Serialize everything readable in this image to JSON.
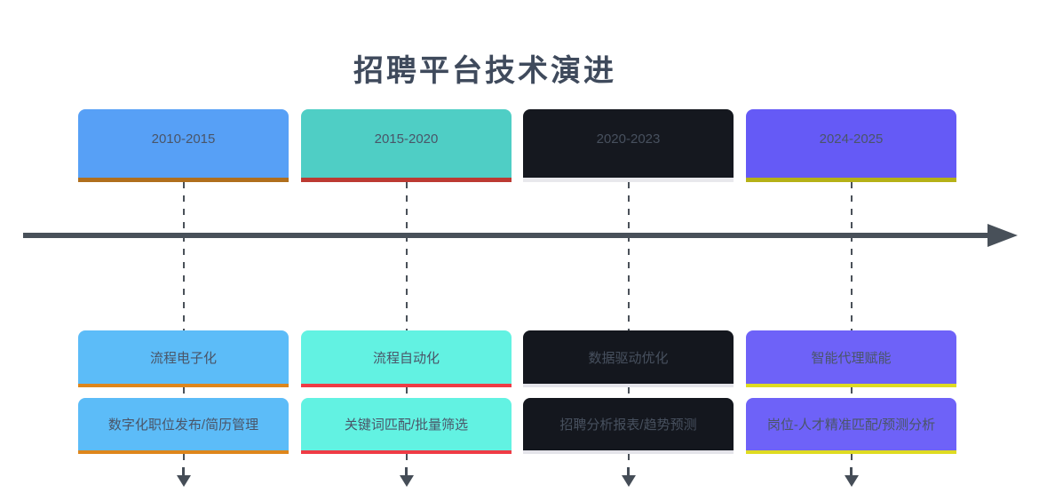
{
  "title": {
    "text": "招聘平台技术演进"
  },
  "colors": {
    "title": "#3F4A5C",
    "axis": "#485059",
    "connector": "#4A5159",
    "arrow": "#454D57"
  },
  "timeline": {
    "periods": [
      {
        "label": "2010-2015",
        "events": [
          "流程电子化",
          "数字化职位发布/简历管理"
        ],
        "colors": {
          "period_fill": "#57A0F6",
          "period_border": "#B06F1D",
          "event_fill": "#5CBCF8",
          "event_border": "#DE861C",
          "text": "#4A5568"
        }
      },
      {
        "label": "2015-2020",
        "events": [
          "流程自动化",
          "关键词匹配/批量筛选"
        ],
        "colors": {
          "period_fill": "#4FCEC5",
          "period_border": "#BC3A32",
          "event_fill": "#62F2E2",
          "event_border": "#EF3B45",
          "text": "#4A5568"
        }
      },
      {
        "label": "2020-2023",
        "events": [
          "数据驱动优化",
          "招聘分析报表/趋势预测"
        ],
        "colors": {
          "period_fill": "#15181F",
          "period_border": "#E8E8EC",
          "event_fill": "#14171E",
          "event_border": "#E4E4EA",
          "text": "#47505E"
        }
      },
      {
        "label": "2024-2025",
        "events": [
          "智能代理赋能",
          "岗位-人才精准匹配/预测分析"
        ],
        "colors": {
          "period_fill": "#655AF6",
          "period_border": "#B5B117",
          "event_fill": "#6E62F8",
          "event_border": "#DFDB22",
          "text": "#4A5568"
        }
      }
    ]
  }
}
